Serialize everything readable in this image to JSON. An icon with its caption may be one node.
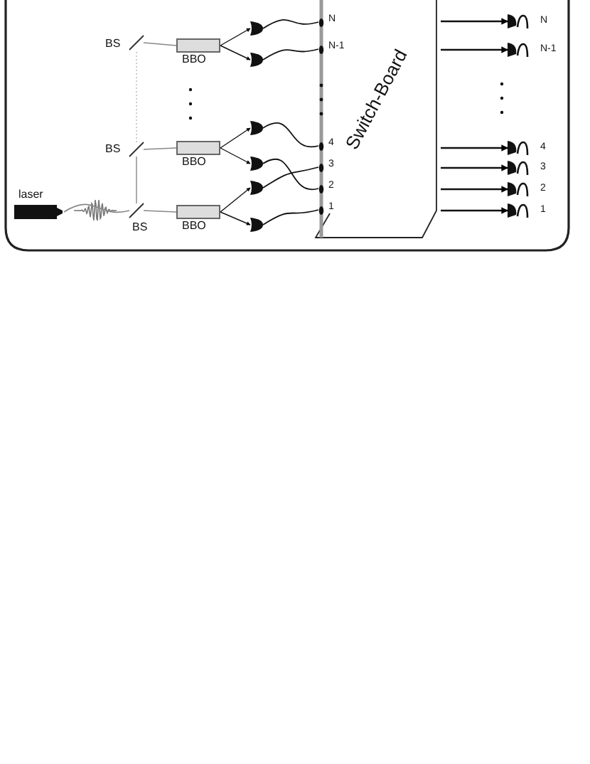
{
  "diagram": {
    "nodes": [
      {
        "text": [
          "BS"
        ]
      },
      {
        "text": [
          "BBO"
        ]
      },
      {
        "text": [
          "BS"
        ]
      },
      {
        "text": [
          "BBO"
        ]
      },
      {
        "text": [
          "laser"
        ]
      },
      {
        "text": [
          "BS"
        ]
      },
      {
        "text": [
          "BBO"
        ]
      },
      {
        "text": [],
        "shape": "coupler"
      },
      {
        "text": [],
        "shape": "coupler"
      },
      {
        "text": [],
        "shape": "coupler"
      },
      {
        "text": [],
        "shape": "coupler"
      },
      {
        "text": [],
        "shape": "coupler"
      },
      {
        "text": [],
        "shape": "coupler"
      },
      {
        "text": [
          "Switch-Board"
        ]
      },
      {
        "text": [
          "N"
        ],
        "in": 13
      },
      {
        "text": [
          "N-1"
        ],
        "in": 13
      },
      {
        "text": [
          "4"
        ],
        "in": 13
      },
      {
        "text": [
          "3"
        ],
        "in": 13
      },
      {
        "text": [
          "2"
        ],
        "in": 13
      },
      {
        "text": [
          "1"
        ],
        "in": 13
      },
      {
        "text": [],
        "shape": "detector",
        "beside": [
          "N"
        ]
      },
      {
        "text": [],
        "shape": "detector",
        "beside": [
          "N-1"
        ]
      },
      {
        "text": [],
        "shape": "detector",
        "beside": [
          "4"
        ]
      },
      {
        "text": [],
        "shape": "detector",
        "beside": [
          "3"
        ]
      },
      {
        "text": [],
        "shape": "detector",
        "beside": [
          "2"
        ]
      },
      {
        "text": [],
        "shape": "detector",
        "beside": [
          "1"
        ]
      }
    ],
    "edges": [
      {
        "from": 4,
        "to": 5,
        "arrow": "none",
        "color": "#888888"
      },
      {
        "from": 5,
        "to": 2,
        "arrow": "none",
        "color": "#888888"
      },
      {
        "from": 2,
        "to": 0,
        "arrow": "none",
        "style": "dashed",
        "color": "#cccccc"
      },
      {
        "from": 0,
        "to": 1,
        "arrow": "none",
        "color": "#888888"
      },
      {
        "from": 2,
        "to": 3,
        "arrow": "none",
        "color": "#888888"
      },
      {
        "from": 5,
        "to": 6,
        "arrow": "none",
        "color": "#888888"
      },
      {
        "from": 1,
        "to": 7,
        "arrow": "to"
      },
      {
        "from": 1,
        "to": 8,
        "arrow": "to"
      },
      {
        "from": 3,
        "to": 9,
        "arrow": "to"
      },
      {
        "from": 3,
        "to": 10,
        "arrow": "to"
      },
      {
        "from": 6,
        "to": 11,
        "arrow": "to"
      },
      {
        "from": 6,
        "to": 12,
        "arrow": "to"
      },
      {
        "from": 7,
        "to": 14,
        "arrow": "none"
      },
      {
        "from": 8,
        "to": 15,
        "arrow": "none"
      },
      {
        "from": 9,
        "to": 16,
        "arrow": "none"
      },
      {
        "from": 10,
        "to": 18,
        "arrow": "none"
      },
      {
        "from": 11,
        "to": 17,
        "arrow": "none"
      },
      {
        "from": 12,
        "to": 19,
        "arrow": "none"
      },
      {
        "from": 13,
        "to": 20,
        "arrow": "to"
      },
      {
        "from": 13,
        "to": 21,
        "arrow": "to"
      },
      {
        "from": 13,
        "to": 22,
        "arrow": "to"
      },
      {
        "from": 13,
        "to": 23,
        "arrow": "to"
      },
      {
        "from": 13,
        "to": 24,
        "arrow": "to"
      },
      {
        "from": 13,
        "to": 25,
        "arrow": "to"
      }
    ]
  }
}
